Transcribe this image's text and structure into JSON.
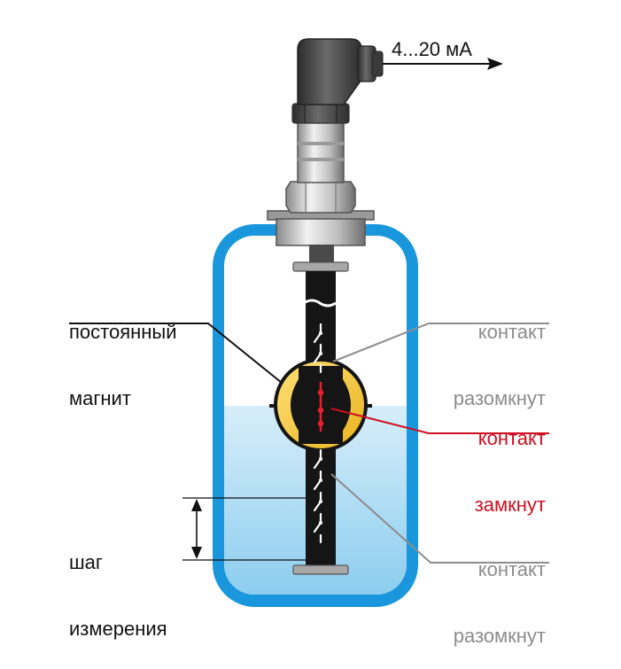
{
  "signal": "4...20 мА",
  "labels": {
    "permanent_magnet": [
      "постоянный",
      "магнит"
    ],
    "step": [
      "шаг",
      "измерения"
    ],
    "contact_open_top": [
      "контакт",
      "разомкнут"
    ],
    "contact_closed": [
      "контакт",
      "замкнут"
    ],
    "contact_open_bottom": [
      "контакт",
      "разомкнут"
    ]
  },
  "colors": {
    "tank": "#1a97dc",
    "liquid": "#9fd6f2",
    "float": "#f6c832",
    "rod": "#151515",
    "housing": "#4a4a4a",
    "leader_black": "#111111",
    "leader_gray": "#8c8c8c",
    "leader_red": "#cc1020",
    "closed_text": "#cc1020",
    "open_text": "#8c8c8c"
  }
}
